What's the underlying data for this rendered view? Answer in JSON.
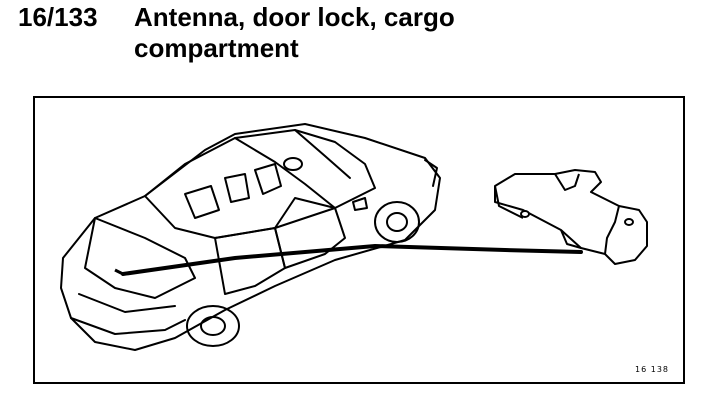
{
  "header": {
    "ref_number": "16/133",
    "title": "Antenna, door lock, cargo compartment"
  },
  "figure": {
    "code": "16 138"
  }
}
